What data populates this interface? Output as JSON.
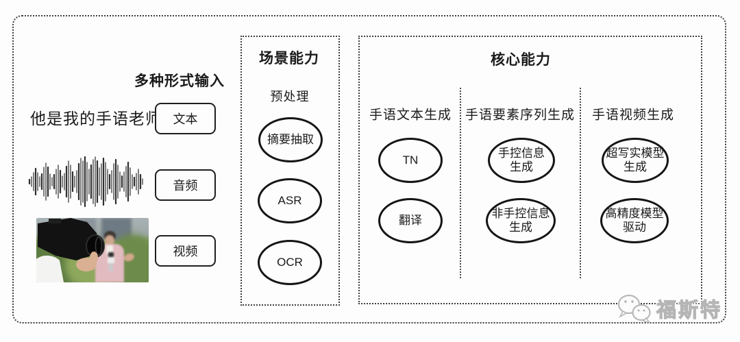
{
  "colors": {
    "ink": "#1a1a1a",
    "frame_dotted": "#3c3c3c",
    "node_stroke": "#151515",
    "background": "#fdfdfd",
    "watermark_gray": "#b5b5b5"
  },
  "input": {
    "label": "多种形式输入",
    "sample_text": "他是我的手语老师",
    "modes": {
      "text": "文本",
      "audio": "音频",
      "video": "视频"
    }
  },
  "scene": {
    "title": "场景能力",
    "stage_label": "预处理",
    "nodes": {
      "n1": "摘要抽取",
      "n2": "ASR",
      "n3": "OCR"
    }
  },
  "core": {
    "title": "核心能力",
    "col1": {
      "header": "手语文本生成",
      "n1": "TN",
      "n2": "翻译"
    },
    "col2": {
      "header": "手语要素序列生成",
      "n1": "手控信息\n生成",
      "n2": "非手控信息\n生成"
    },
    "col3": {
      "header": "手语视频生成",
      "n1": "超写实模型\n生成",
      "n2": "高精度模型\n驱动"
    }
  },
  "watermark": {
    "icon": "chat-bubbles-icon",
    "text": "福斯特"
  },
  "waveform": {
    "icon": "audio-waveform-icon",
    "amplitudes": [
      3,
      7,
      13,
      19,
      13,
      7,
      11,
      21,
      27,
      21,
      11,
      6,
      10,
      18,
      24,
      16,
      8,
      12,
      22,
      30,
      24,
      14,
      8,
      16,
      26,
      34,
      30,
      36,
      28,
      18,
      24,
      32,
      36,
      30,
      20,
      26,
      34,
      28,
      18,
      10,
      16,
      26,
      32,
      24,
      14,
      8,
      14,
      22,
      28,
      20,
      10,
      6,
      12,
      18,
      10,
      4
    ]
  }
}
